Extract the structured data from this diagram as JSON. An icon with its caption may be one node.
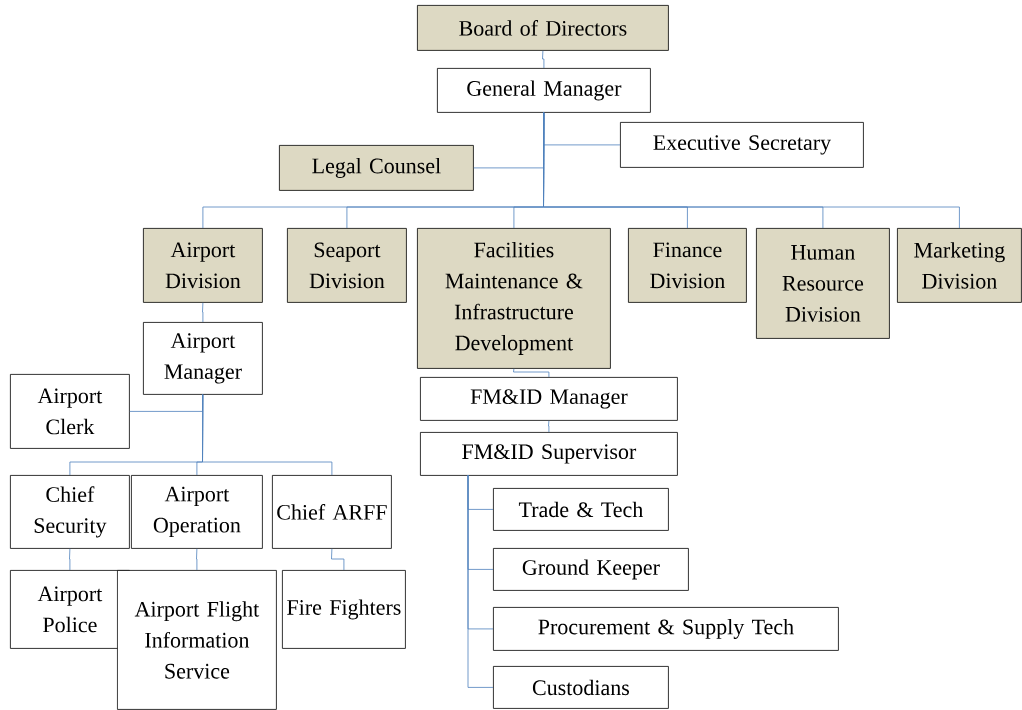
{
  "diagram": {
    "nodes": [
      {
        "text": [
          "Board of Directors"
        ]
      },
      {
        "text": [
          "General Manager"
        ]
      },
      {
        "text": [
          "Executive Secretary"
        ]
      },
      {
        "text": [
          "Legal Counsel"
        ]
      },
      {
        "text": [
          "Airport Division"
        ]
      },
      {
        "text": [
          "Seaport Division"
        ]
      },
      {
        "text": [
          "Facilities Maintenance & Infrastructure Development"
        ]
      },
      {
        "text": [
          "Finance Division"
        ]
      },
      {
        "text": [
          "Human Resource Division"
        ]
      },
      {
        "text": [
          "Marketing Division"
        ]
      },
      {
        "text": [
          "Airport Manager"
        ]
      },
      {
        "text": [
          "Airport Clerk"
        ]
      },
      {
        "text": [
          "Chief Security"
        ]
      },
      {
        "text": [
          "Airport Operation"
        ]
      },
      {
        "text": [
          "Chief ARFF"
        ]
      },
      {
        "text": [
          "Airport Police"
        ]
      },
      {
        "text": [
          "Airport Flight Information Service"
        ]
      },
      {
        "text": [
          "Fire Fighters"
        ]
      },
      {
        "text": [
          "FM&ID Manager"
        ]
      },
      {
        "text": [
          "FM&ID Supervisor"
        ]
      },
      {
        "text": [
          "Trade & Tech"
        ]
      },
      {
        "text": [
          "Ground Keeper"
        ]
      },
      {
        "text": [
          "Procurement & Supply Tech"
        ]
      },
      {
        "text": [
          "Custodians"
        ]
      }
    ],
    "edges": [
      {
        "from": 0,
        "to": 1,
        "arrow": "none"
      },
      {
        "from": 1,
        "to": 2,
        "arrow": "none"
      },
      {
        "from": 1,
        "to": 3,
        "arrow": "none"
      },
      {
        "from": 1,
        "to": 4,
        "arrow": "none"
      },
      {
        "from": 1,
        "to": 5,
        "arrow": "none"
      },
      {
        "from": 1,
        "to": 6,
        "arrow": "none"
      },
      {
        "from": 1,
        "to": 7,
        "arrow": "none"
      },
      {
        "from": 1,
        "to": 8,
        "arrow": "none"
      },
      {
        "from": 1,
        "to": 9,
        "arrow": "none"
      },
      {
        "from": 4,
        "to": 10,
        "arrow": "none"
      },
      {
        "from": 10,
        "to": 11,
        "arrow": "none"
      },
      {
        "from": 10,
        "to": 12,
        "arrow": "none"
      },
      {
        "from": 10,
        "to": 13,
        "arrow": "none"
      },
      {
        "from": 10,
        "to": 14,
        "arrow": "none"
      },
      {
        "from": 12,
        "to": 15,
        "arrow": "none"
      },
      {
        "from": 13,
        "to": 16,
        "arrow": "none"
      },
      {
        "from": 14,
        "to": 17,
        "arrow": "none"
      },
      {
        "from": 6,
        "to": 18,
        "arrow": "none"
      },
      {
        "from": 18,
        "to": 19,
        "arrow": "none"
      },
      {
        "from": 19,
        "to": 20,
        "arrow": "none"
      },
      {
        "from": 19,
        "to": 21,
        "arrow": "none"
      },
      {
        "from": 19,
        "to": 22,
        "arrow": "none"
      },
      {
        "from": 19,
        "to": 23,
        "arrow": "none"
      }
    ]
  }
}
